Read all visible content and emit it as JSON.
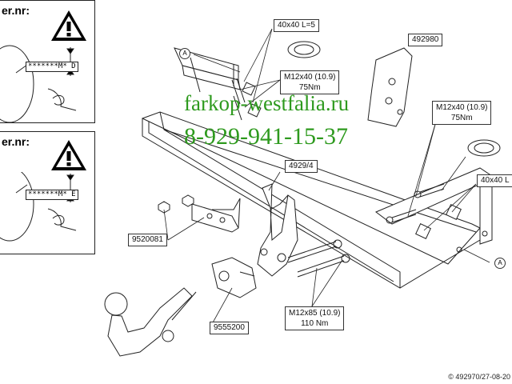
{
  "warning_panels": [
    {
      "title": "er.nr:",
      "code": "*******M* D",
      "marker": "D"
    },
    {
      "title": "er.nr:",
      "code": "*******M* E",
      "marker": "E"
    }
  ],
  "part_labels": {
    "washer_top": "40x40 L=5",
    "bolt_top_line1": "M12x40 (10.9)",
    "bolt_top_line2": "75Nm",
    "cover_part": "492980",
    "bolt_right_line1": "M12x40 (10.9)",
    "bolt_right_line2": "75Nm",
    "washer_right": "40x40 L",
    "crossbar_part": "4929/4",
    "bracket_part": "9520081",
    "socket_part": "9555200",
    "bolt_bottom_line1": "M12x85 (10.9)",
    "bolt_bottom_line2": "110 Nm"
  },
  "callouts": {
    "left": "A",
    "right": "A"
  },
  "watermark": {
    "site": "farkop-westfalia.ru",
    "phone": "8-929-941-15-37",
    "color": "#2e9a1e"
  },
  "copyright": "© 492970/27-08-20"
}
